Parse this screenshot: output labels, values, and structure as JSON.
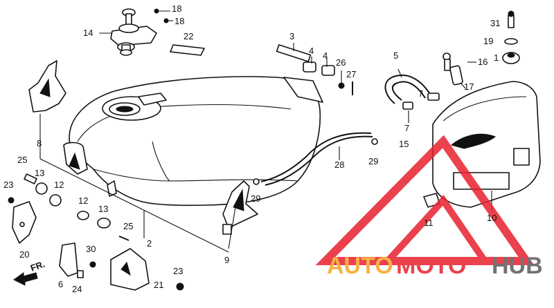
{
  "callouts": {
    "c1": "1",
    "c2": "2",
    "c3": "3",
    "c4a": "4",
    "c4b": "4",
    "c5": "5",
    "c6": "6",
    "c7a": "7",
    "c7b": "7",
    "c8": "8",
    "c9": "9",
    "c10": "10",
    "c11": "11",
    "c12a": "12",
    "c12b": "12",
    "c13a": "13",
    "c13b": "13",
    "c14": "14",
    "c15": "15",
    "c16": "16",
    "c17": "17",
    "c18a": "18",
    "c18b": "18",
    "c19": "19",
    "c20": "20",
    "c21": "21",
    "c22": "22",
    "c23a": "23",
    "c23b": "23",
    "c24": "24",
    "c25a": "25",
    "c25b": "25",
    "c26": "26",
    "c27": "27",
    "c28": "28",
    "c29a": "29",
    "c29b": "29",
    "c30": "30",
    "c31": "31"
  },
  "direction_label": "FR.",
  "watermark": {
    "part1": "AUTO",
    "part2": "MOTO",
    "part3": "HUB",
    "color_orange": "#f5a623",
    "color_red": "#e8212e",
    "color_gray": "#5a5a5a"
  }
}
